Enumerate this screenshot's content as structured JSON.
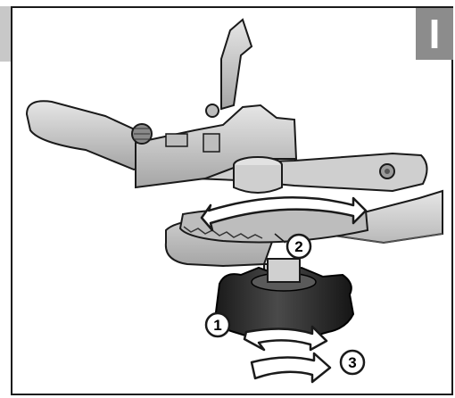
{
  "section_marker": "I",
  "steps": [
    {
      "label": "1"
    },
    {
      "label": "2"
    },
    {
      "label": "3"
    }
  ],
  "colors": {
    "frame": "#1a1a1a",
    "badge": "#8c8c8c",
    "side_tab": "#c8c8c8",
    "metal_light": "#d6d6d6",
    "metal_mid": "#a9a9a9",
    "metal_dark": "#6e6e6e",
    "knob": "#2b2b2b"
  },
  "icons": [
    "rotate-both-directions-icon",
    "rotate-arrow-icon"
  ]
}
